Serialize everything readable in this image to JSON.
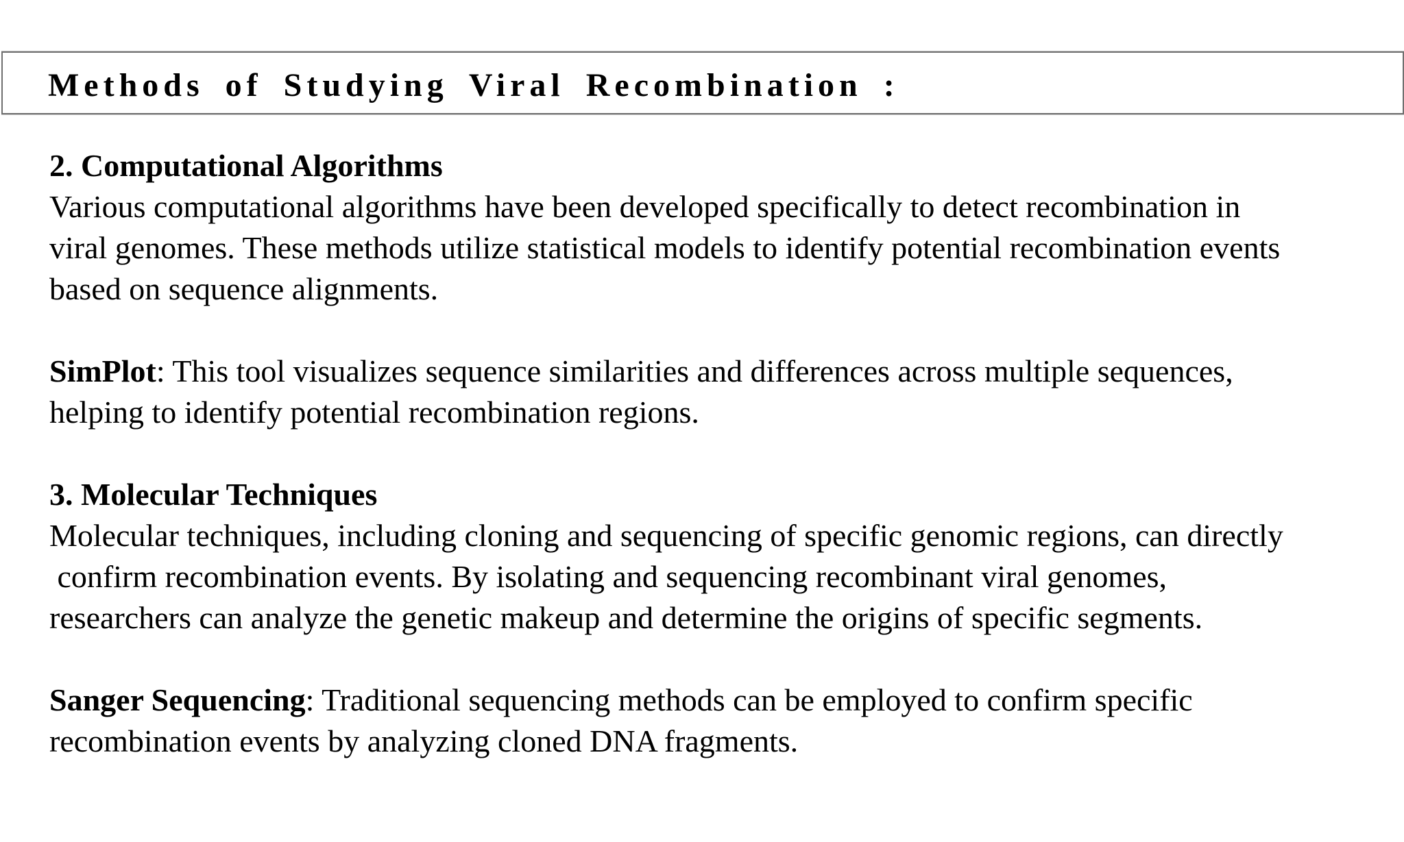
{
  "page": {
    "background": "#ffffff",
    "text_color": "#000000",
    "title_box_border_color": "#6f6f6f"
  },
  "header": {
    "title": "Methods of Studying Viral Recombination :"
  },
  "sections": [
    {
      "heading": "2. Computational Algorithms",
      "body": "Various computational algorithms have been developed specifically to detect recombination in\nviral genomes. These methods utilize statistical models to identify potential recombination events\nbased on sequence alignments."
    },
    {
      "lead": "SimPlot",
      "body": ": This tool visualizes sequence similarities and differences across multiple sequences,\nhelping to identify potential recombination regions."
    },
    {
      "heading": "3. Molecular Techniques",
      "body": "Molecular techniques, including cloning and sequencing of specific genomic regions, can directly\n confirm recombination events. By isolating and sequencing recombinant viral genomes,\nresearchers can analyze the genetic makeup and determine the origins of specific segments."
    },
    {
      "lead": "Sanger Sequencing",
      "body": ": Traditional sequencing methods can be employed to confirm specific\nrecombination events by analyzing cloned DNA fragments."
    }
  ]
}
